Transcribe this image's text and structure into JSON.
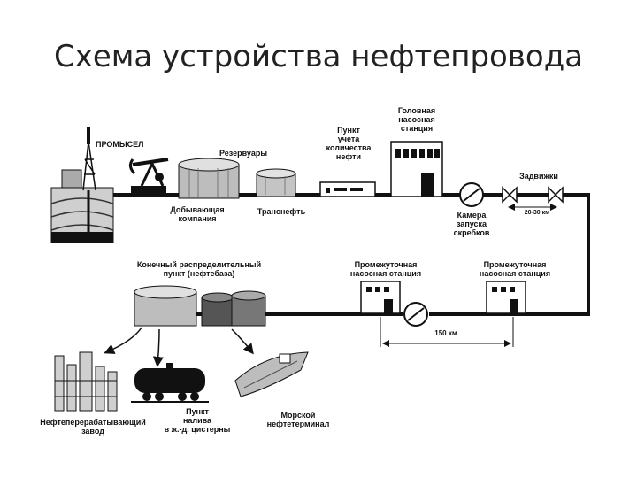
{
  "title": "Схема устройства нефтепровода",
  "labels": {
    "promysel": "ПРОМЫСЕЛ",
    "rezervuary": "Резервуары",
    "dobyvayushchaya": "Добывающая\nкомпания",
    "transneft": "Транснефть",
    "punkt_ucheta": "Пункт\nучета\nколичества\nнефти",
    "golovnaya": "Головная\nнасосная\nстанция",
    "zadvizhki": "Задвижки",
    "distance_zadvizhki": "20-30 км",
    "kamera": "Камера\nзапуска\nскребков",
    "konechny": "Конечный распределительный\nпункт (нефтебаза)",
    "promezh1": "Промежуточная\nнасосная станция",
    "promezh2": "Промежуточная\nнасосная станция",
    "distance_stations": "150 км",
    "npz": "Нефтеперерабатывающий\nзавод",
    "punkt_naliva": "Пункт\nналива\nв ж.-д. цистерны",
    "terminal": "Морской\nнефтетерминал"
  }
}
